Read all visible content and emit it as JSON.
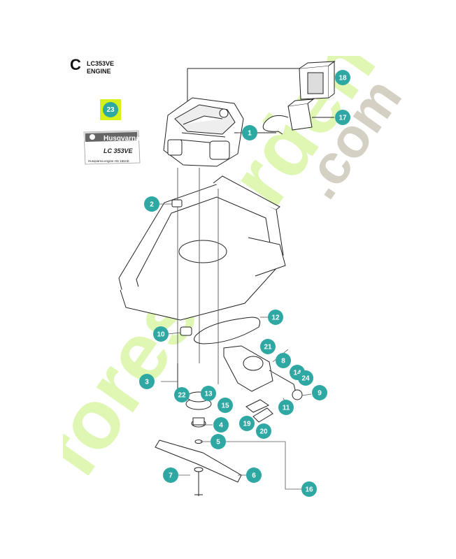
{
  "header": {
    "section_letter": "C",
    "model": "LC353VE",
    "subtitle": "ENGINE"
  },
  "decal": {
    "callout": "23",
    "brand": "Husqvarna",
    "model": "LC 353VE",
    "engine_text": "Husqvarna engine HS 166AE"
  },
  "watermark": {
    "text": "forestgarden.com",
    "colors": [
      "#d9f5a8",
      "#d8d3c3",
      "#cfcfcf"
    ]
  },
  "accent_color": "#2fa7a2",
  "callouts": [
    "1",
    "2",
    "3",
    "4",
    "5",
    "6",
    "7",
    "8",
    "9",
    "10",
    "11",
    "12",
    "13",
    "14",
    "15",
    "16",
    "17",
    "18",
    "19",
    "20",
    "21",
    "22",
    "24"
  ]
}
